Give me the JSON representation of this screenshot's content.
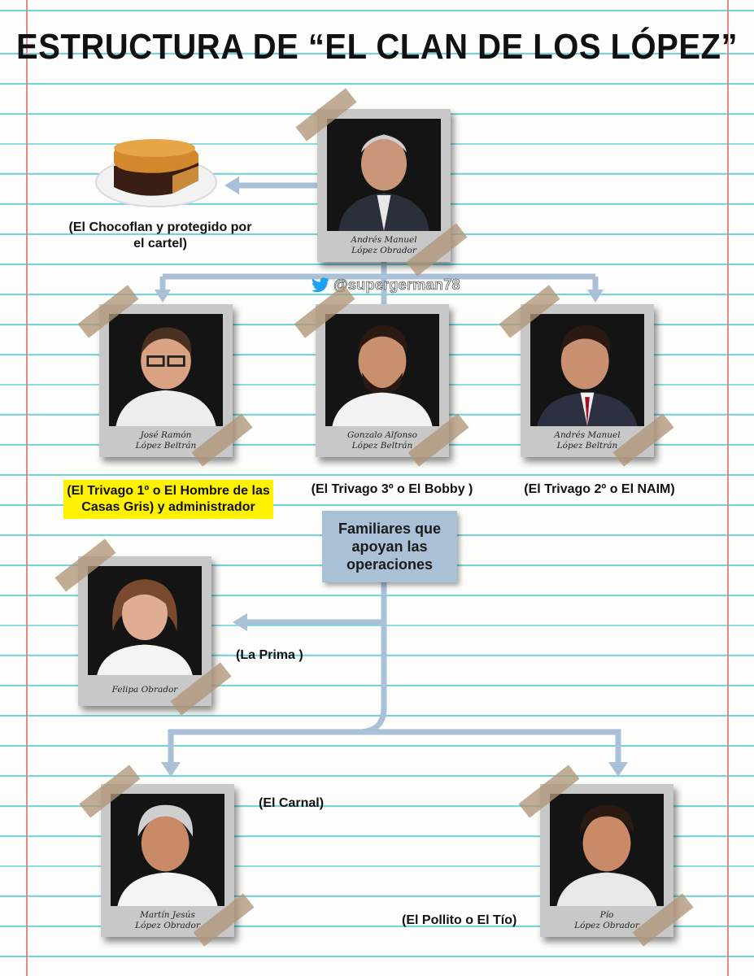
{
  "title": "ESTRUCTURA DE “EL CLAN DE LOS LÓPEZ”",
  "watermark": "@supergerman78",
  "box_label": "Familiares que apoyan las operaciones",
  "people": {
    "amlo": {
      "line1": "Andrés Manuel",
      "line2": "López Obrador"
    },
    "jose_ramon": {
      "line1": "José Ramón",
      "line2": "López Beltrán"
    },
    "gonzalo": {
      "line1": "Gonzalo Alfonso",
      "line2": "López Beltrán"
    },
    "andres_jr": {
      "line1": "Andrés Manuel",
      "line2": "López Beltrán"
    },
    "felipa": {
      "line1": "Felipa Obrador",
      "line2": ""
    },
    "martin": {
      "line1": "Martín Jesús",
      "line2": "López Obrador"
    },
    "pio": {
      "line1": "Pío",
      "line2": "López Obrador"
    }
  },
  "labels": {
    "chocoflan": "(El Chocoflan y protegido por el cartel)",
    "jose_ramon": "(El Trivago 1º o El Hombre de las Casas Gris) y administrador",
    "gonzalo": "(El Trivago 3º o El Bobby )",
    "andres_jr": "(El Trivago 2º o El NAIM)",
    "felipa": "(La Prima )",
    "martin": "(El Carnal)",
    "pio": "(El Pollito o El Tío)"
  },
  "colors": {
    "highlight": "#fff200",
    "connector": "#a9c0d6",
    "lines": "#6fd3d8",
    "margin": "#e28a8a",
    "twitter": "#1da1f2"
  }
}
